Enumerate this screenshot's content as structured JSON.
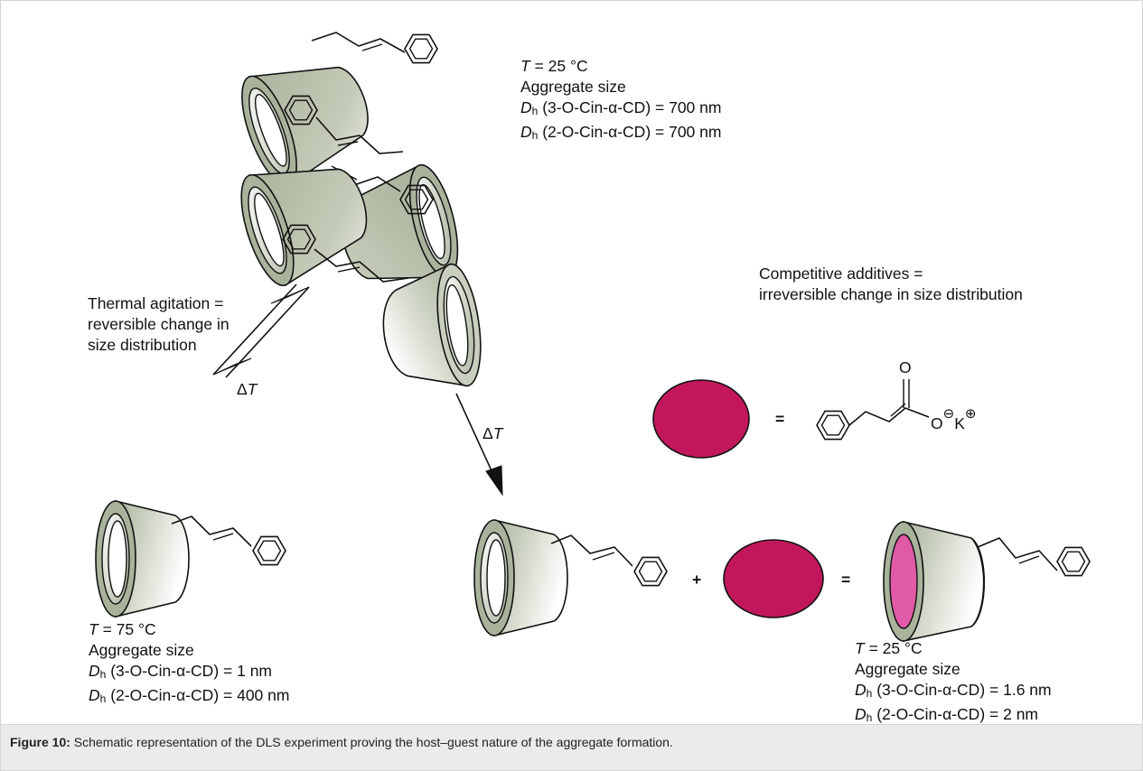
{
  "top_condition": {
    "temp_var": "T",
    "temp_value": " = 25 °C",
    "heading": "Aggregate size",
    "line1_var": "D",
    "line1_sub": "h",
    "line1_rest": " (3-O-Cin-α-CD) = 700 nm",
    "line2_var": "D",
    "line2_sub": "h",
    "line2_rest": " (2-O-Cin-α-CD) = 700 nm"
  },
  "thermal_note": {
    "line1": "Thermal agitation =",
    "line2": "reversible change in",
    "line3": "size distribution"
  },
  "delta_left": {
    "symbol": "Δ",
    "var": "T"
  },
  "delta_right": {
    "symbol": "Δ",
    "var": "T"
  },
  "competitive_note": {
    "line1": "Competitive additives =",
    "line2": "irreversible change in size distribution"
  },
  "equals_legend": "=",
  "plus_sign": "+",
  "equals_product": "=",
  "cinnamate": {
    "oxygen_top": "O",
    "oxygen_side": "O",
    "minus_charge": "⊖",
    "potassium": "K",
    "plus_charge": "⊕"
  },
  "left_condition": {
    "temp_var": "T",
    "temp_value": " = 75 °C",
    "heading": "Aggregate size",
    "line1_var": "D",
    "line1_sub": "h",
    "line1_rest": " (3-O-Cin-α-CD) = 1 nm",
    "line2_var": "D",
    "line2_sub": "h",
    "line2_rest": " (2-O-Cin-α-CD) = 400 nm"
  },
  "right_condition": {
    "temp_var": "T",
    "temp_value": " = 25 °C",
    "heading": "Aggregate size",
    "line1_var": "D",
    "line1_sub": "h",
    "line1_rest": " (3-O-Cin-α-CD) = 1.6 nm",
    "line2_var": "D",
    "line2_sub": "h",
    "line2_rest": " (2-O-Cin-α-CD) = 2 nm"
  },
  "caption": {
    "label": "Figure 10:",
    "text": " Schematic representation of the DLS experiment proving the host–guest nature of the aggregate formation."
  },
  "colors": {
    "cyclodextrin_dark": "#a9b39c",
    "cyclodextrin_light": "#ffffff",
    "guest_magenta": "#c2185b",
    "guest_inner_pink": "#e05aa8",
    "stroke": "#111111",
    "caption_background": "#ebebeb"
  }
}
